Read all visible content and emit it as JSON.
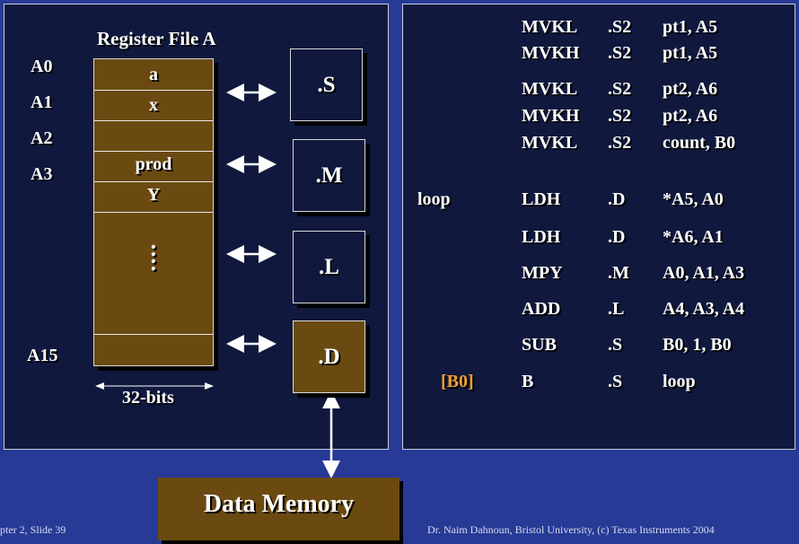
{
  "register_file": {
    "title": "Register File A",
    "labels": [
      "A0",
      "A1",
      "A2",
      "A3",
      "A15"
    ],
    "cells": [
      "a",
      "x",
      "",
      "prod",
      "Y"
    ],
    "ellipsis": ":",
    "width_label": "32-bits"
  },
  "units": [
    ".S",
    ".M",
    ".L",
    ".D"
  ],
  "data_memory": "Data Memory",
  "code": [
    {
      "label": "",
      "op": "MVKL",
      "unit": ".S2",
      "args": "pt1, A5"
    },
    {
      "label": "",
      "op": "MVKH",
      "unit": ".S2",
      "args": "pt1, A5"
    },
    {
      "label": "",
      "op": "MVKL",
      "unit": ".S2",
      "args": "pt2, A6"
    },
    {
      "label": "",
      "op": "MVKH",
      "unit": ".S2",
      "args": "pt2, A6"
    },
    {
      "label": "",
      "op": "MVKL",
      "unit": ".S2",
      "args": "count, B0"
    },
    {
      "label": "loop",
      "op": "LDH",
      "unit": ".D",
      "args": "*A5, A0"
    },
    {
      "label": "",
      "op": "LDH",
      "unit": ".D",
      "args": "*A6, A1"
    },
    {
      "label": "",
      "op": "MPY",
      "unit": ".M",
      "args": "A0, A1, A3"
    },
    {
      "label": "",
      "op": "ADD",
      "unit": ".L",
      "args": "A4, A3, A4"
    },
    {
      "label": "",
      "op": "SUB",
      "unit": ".S",
      "args": "B0, 1, B0"
    },
    {
      "label": "[B0]",
      "op": "B",
      "unit": ".S",
      "args": "loop"
    }
  ],
  "colors": {
    "background": "#273a96",
    "panel": "#10193d",
    "register_fill": "#6b4a12",
    "condition": "#f0a030"
  },
  "footer": {
    "left": "pter 2, Slide 39",
    "right": "Dr. Naim Dahnoun, Bristol University, (c) Texas Instruments 2004"
  }
}
